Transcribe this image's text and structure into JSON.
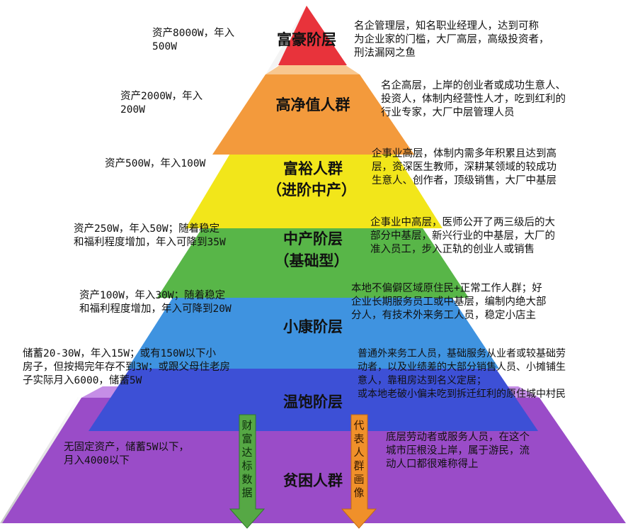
{
  "tiers": [
    {
      "title": "富豪阶层",
      "assets": "资产8000W，年入\n500W",
      "profile": "名企管理层，知名职业经理人，达到可称\n为企业家的门槛，大厂高层，高级投资者，\n刑法漏网之鱼",
      "color": "#e8333b"
    },
    {
      "title": "高净值人群",
      "assets": "资产2000W，年入\n200W",
      "profile": "名企高层，上岸的创业者或成功生意人、\n投资人，体制内经营性人才，吃到红利的\n行业专家，大厂中层管理人员",
      "color": "#f39a3c"
    },
    {
      "title": "富裕人群",
      "subtitle": "（进阶中产）",
      "assets": "资产500W，年入100W",
      "profile": "企事业高层，体制内需多年积累且达到高\n层，资深医生教师，深耕某领域的较成功\n生意人、创作者，顶级销售，大厂中基层",
      "color": "#f3ea1a"
    },
    {
      "title": "中产阶层",
      "subtitle": "（基础型）",
      "assets": "资产250W，年入50W；随着稳定\n和福利程度增加，年入可降到35W",
      "profile": "企事业中高层，医师公开了两三级后的大\n部分中基层，新兴行业的中基层，大厂的\n准入员工，步入正轨的创业人或销售",
      "color": "#5cb84a"
    },
    {
      "title": "小康阶层",
      "assets": "资产100W，年入30W；随着稳定\n和福利程度增加，年入可降到20W",
      "profile": "本地不偏僻区域原住民+正常工作人群；好\n企业长期服务员工或中基层，编制内绝大部\n分人，有技术外来务工人员，稳定小店主",
      "color": "#3f93e0"
    },
    {
      "title": "温饱阶层",
      "assets": "储蓄20-30W，年入15W；或有150W以下小\n房子，但按揭完年存不到3W；或跟父母住老房\n子实际月入6000，储蓄5W",
      "profile": "普通外来务工人员，基础服务从业者或较基础劳\n动者，以及业绩差的大部分销售人员、小摊铺生\n意人，靠租房达到名义定居；\n或本地老破小偏未吃到拆迁红利的原住城中村民",
      "color": "#3f52d6"
    },
    {
      "title": "贫困人群",
      "assets": "无固定资产，储蓄5W以下，\n月入4000以下",
      "profile": "底层劳动者或服务人员，在这个\n城市压根没上岸，属于游民，流\n动人口都很难称得上",
      "color": "#9748c4"
    }
  ],
  "left_arrow": {
    "label": "财富达标数据",
    "color": "#55a745"
  },
  "right_arrow": {
    "label": "代表人群画像",
    "color": "#f0902a"
  }
}
